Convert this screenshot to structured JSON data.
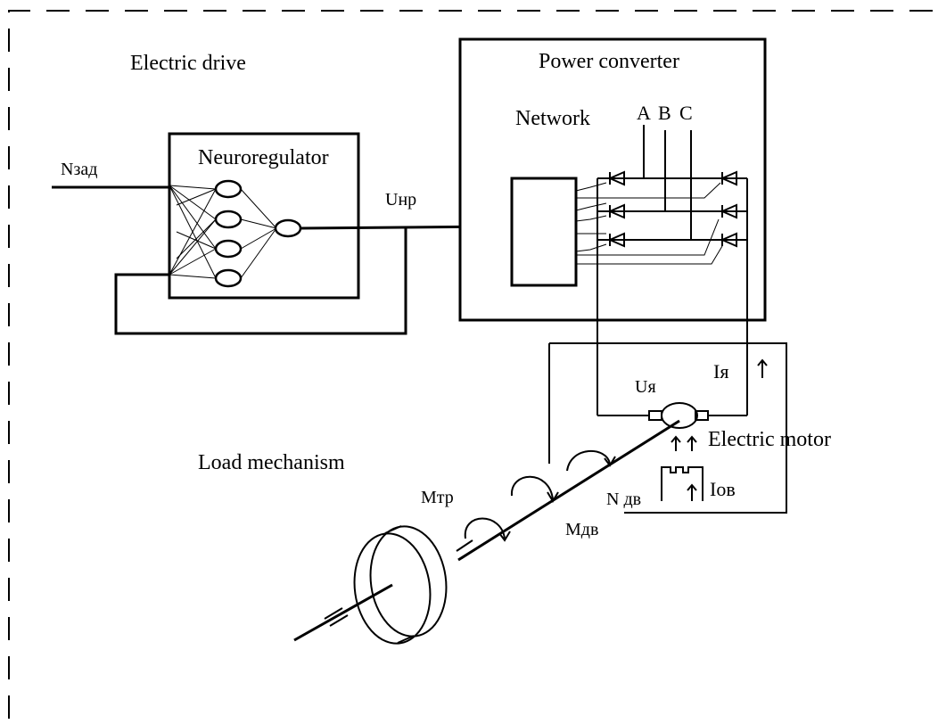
{
  "labels": {
    "electric_drive": "Electric drive",
    "power_converter": "Power converter",
    "network": "Network",
    "phase_a": "A",
    "phase_b": "B",
    "phase_c": "C",
    "neuroregulator": "Neuroregulator",
    "n_zad": "Nзад",
    "u_nr": "Uнр",
    "u_ya": "Uя",
    "i_ya": "Iя",
    "electric_motor": "Electric motor",
    "load_mechanism": "Load mechanism",
    "m_tr": "Mтр",
    "n_dv": "N дв",
    "m_dv": "Mдв",
    "i_ov": "Iов"
  },
  "colors": {
    "line": "#000000",
    "background": "#ffffff"
  }
}
